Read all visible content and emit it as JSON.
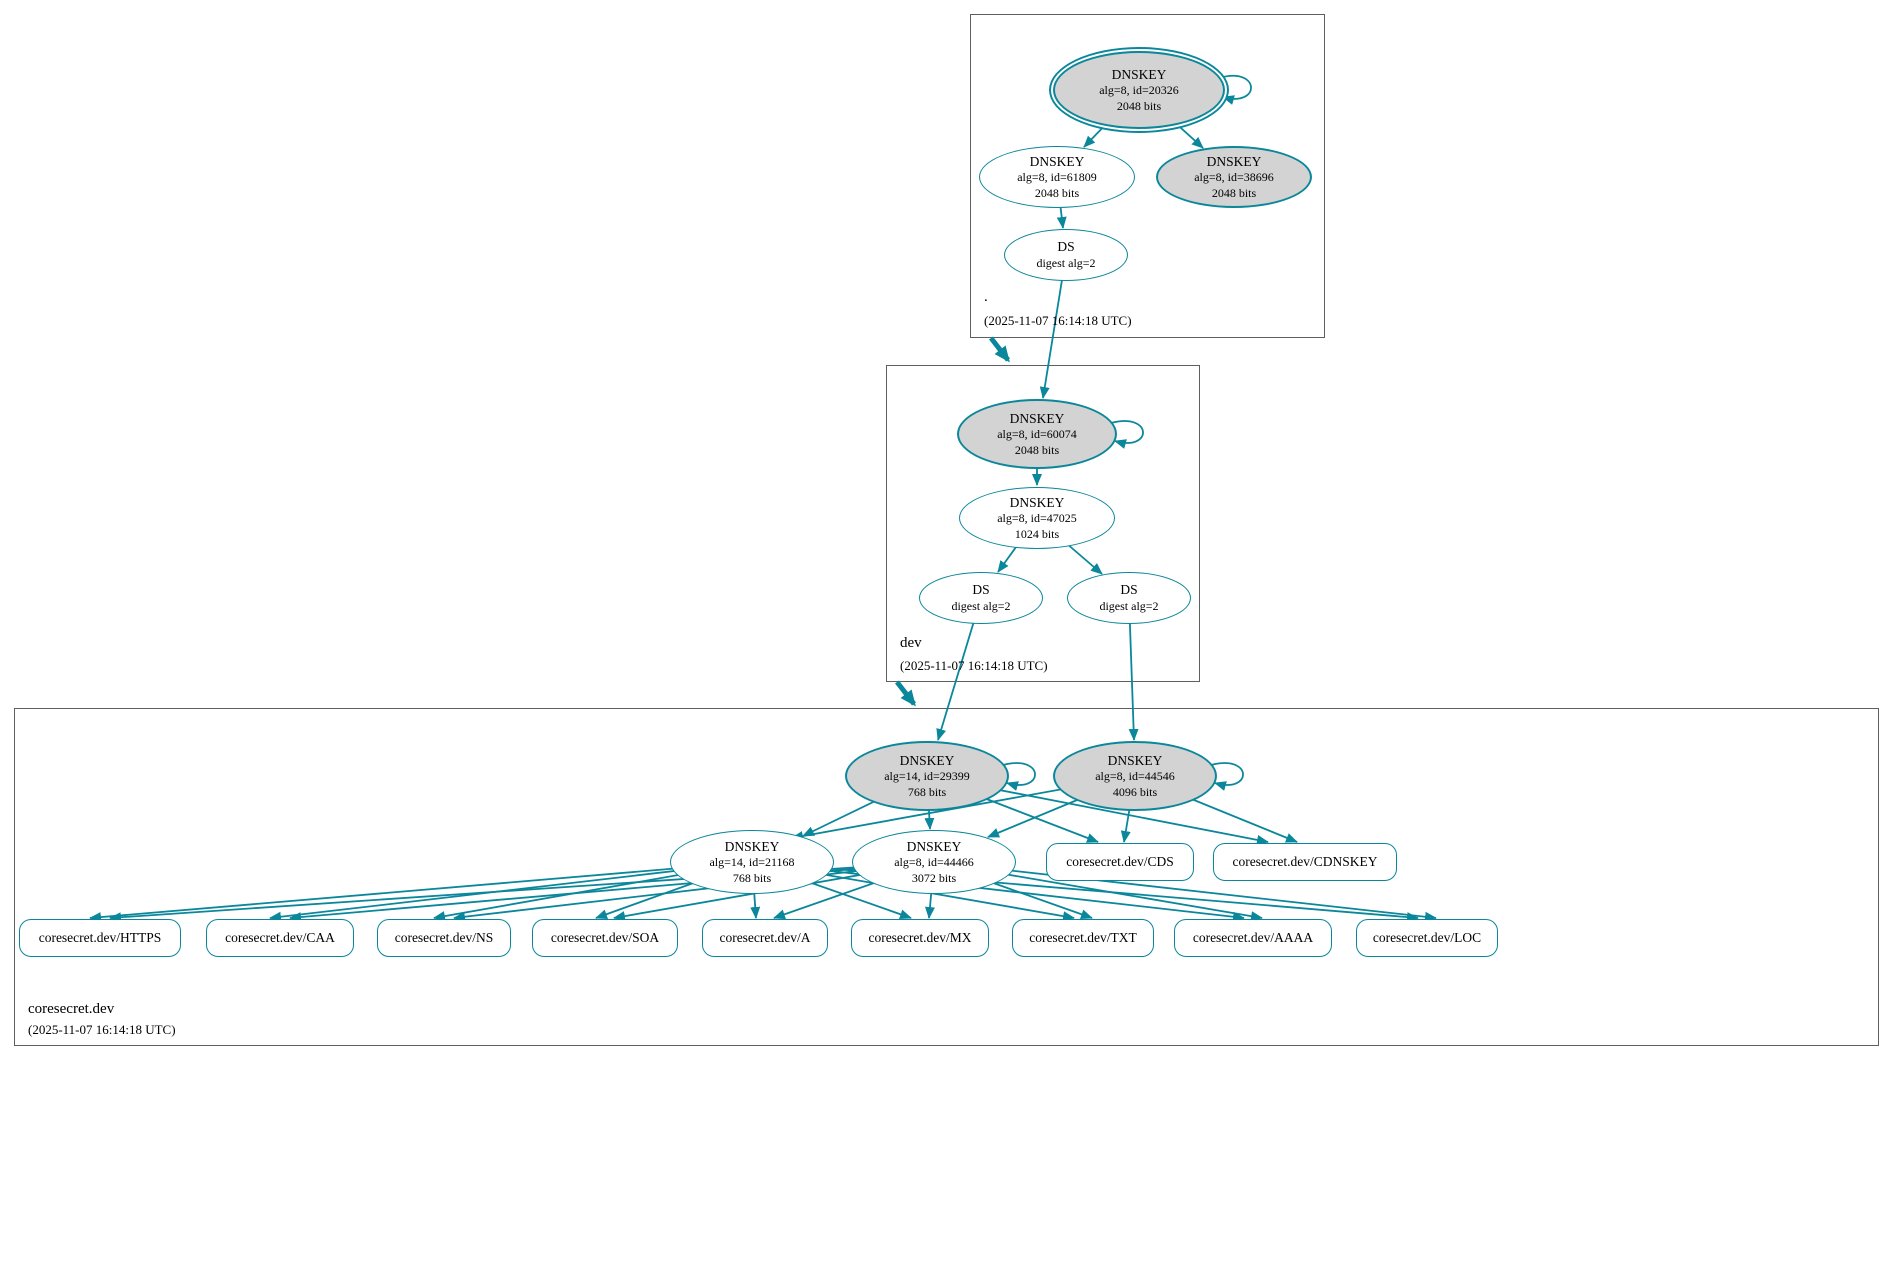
{
  "colors": {
    "secure_edge": "#0a879a",
    "ksk_fill": "#d3d3d3",
    "node_fill": "#ffffff"
  },
  "zones": {
    "root": {
      "label": ".",
      "timestamp": "(2025-11-07 16:14:18 UTC)",
      "nodes": {
        "ksk": {
          "type": "DNSKEY",
          "detail": "alg=8, id=20326",
          "bits": "2048 bits"
        },
        "zsk": {
          "type": "DNSKEY",
          "detail": "alg=8, id=61809",
          "bits": "2048 bits"
        },
        "sep2": {
          "type": "DNSKEY",
          "detail": "alg=8, id=38696",
          "bits": "2048 bits"
        },
        "ds": {
          "type": "DS",
          "detail": "digest alg=2"
        }
      }
    },
    "dev": {
      "label": "dev",
      "timestamp": "(2025-11-07 16:14:18 UTC)",
      "nodes": {
        "ksk": {
          "type": "DNSKEY",
          "detail": "alg=8, id=60074",
          "bits": "2048 bits"
        },
        "zsk": {
          "type": "DNSKEY",
          "detail": "alg=8, id=47025",
          "bits": "1024 bits"
        },
        "ds1": {
          "type": "DS",
          "detail": "digest alg=2"
        },
        "ds2": {
          "type": "DS",
          "detail": "digest alg=2"
        }
      }
    },
    "coresecret": {
      "label": "coresecret.dev",
      "timestamp": "(2025-11-07 16:14:18 UTC)",
      "nodes": {
        "ksk1": {
          "type": "DNSKEY",
          "detail": "alg=14, id=29399",
          "bits": "768 bits"
        },
        "ksk2": {
          "type": "DNSKEY",
          "detail": "alg=8, id=44546",
          "bits": "4096 bits"
        },
        "zsk1": {
          "type": "DNSKEY",
          "detail": "alg=14, id=21168",
          "bits": "768 bits"
        },
        "zsk2": {
          "type": "DNSKEY",
          "detail": "alg=8, id=44466",
          "bits": "3072 bits"
        },
        "cds": "coresecret.dev/CDS",
        "cdnskey": "coresecret.dev/CDNSKEY",
        "rrsets": [
          "coresecret.dev/HTTPS",
          "coresecret.dev/CAA",
          "coresecret.dev/NS",
          "coresecret.dev/SOA",
          "coresecret.dev/A",
          "coresecret.dev/MX",
          "coresecret.dev/TXT",
          "coresecret.dev/AAAA",
          "coresecret.dev/LOC"
        ]
      }
    }
  }
}
